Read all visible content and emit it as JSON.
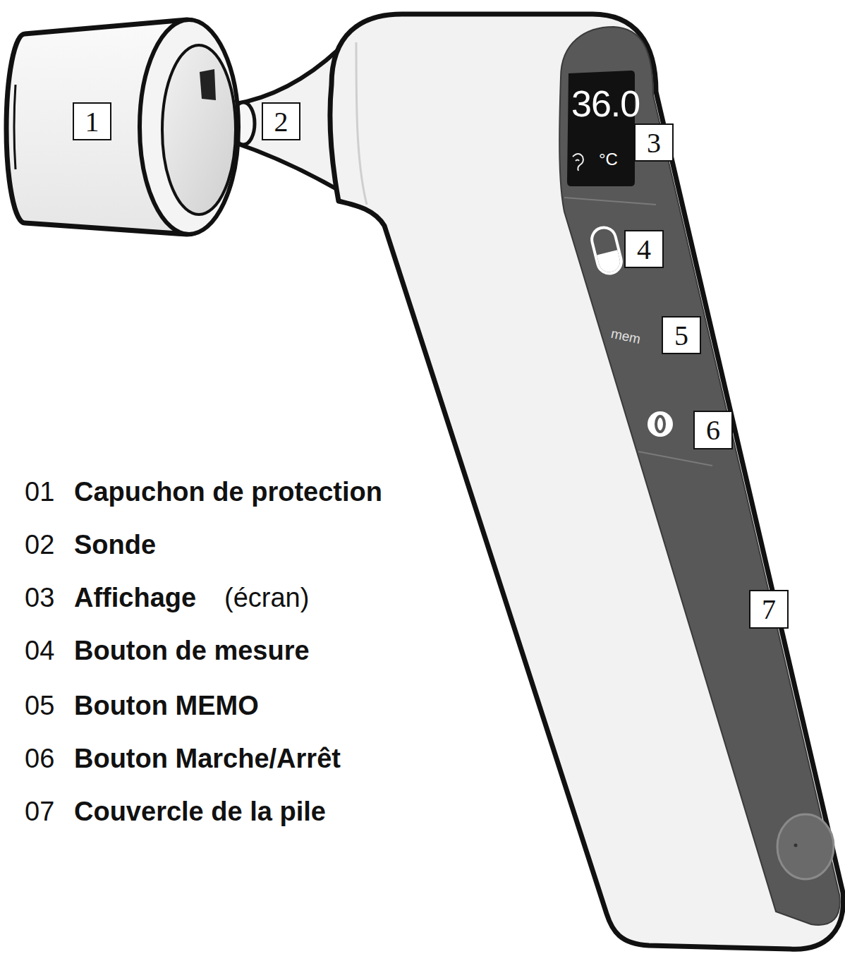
{
  "diagram": {
    "nodes": [
      {
        "text": [
          "1"
        ]
      },
      {
        "text": [
          "2"
        ]
      },
      {
        "text": [
          "3"
        ]
      },
      {
        "text": [
          "4"
        ]
      },
      {
        "text": [
          "5"
        ]
      },
      {
        "text": [
          "6"
        ]
      },
      {
        "text": [
          "7"
        ]
      }
    ],
    "labels": [
      "36.0",
      "°C",
      "mem",
      "01",
      "Capuchon de protection",
      "02",
      "Sonde",
      "03",
      "Affichage",
      "(écran)",
      "04",
      "Bouton de mesure",
      "05",
      "Bouton MEMO",
      "06",
      "Bouton Marche/Arrêt",
      "07",
      "Couvercle de la pile"
    ]
  }
}
